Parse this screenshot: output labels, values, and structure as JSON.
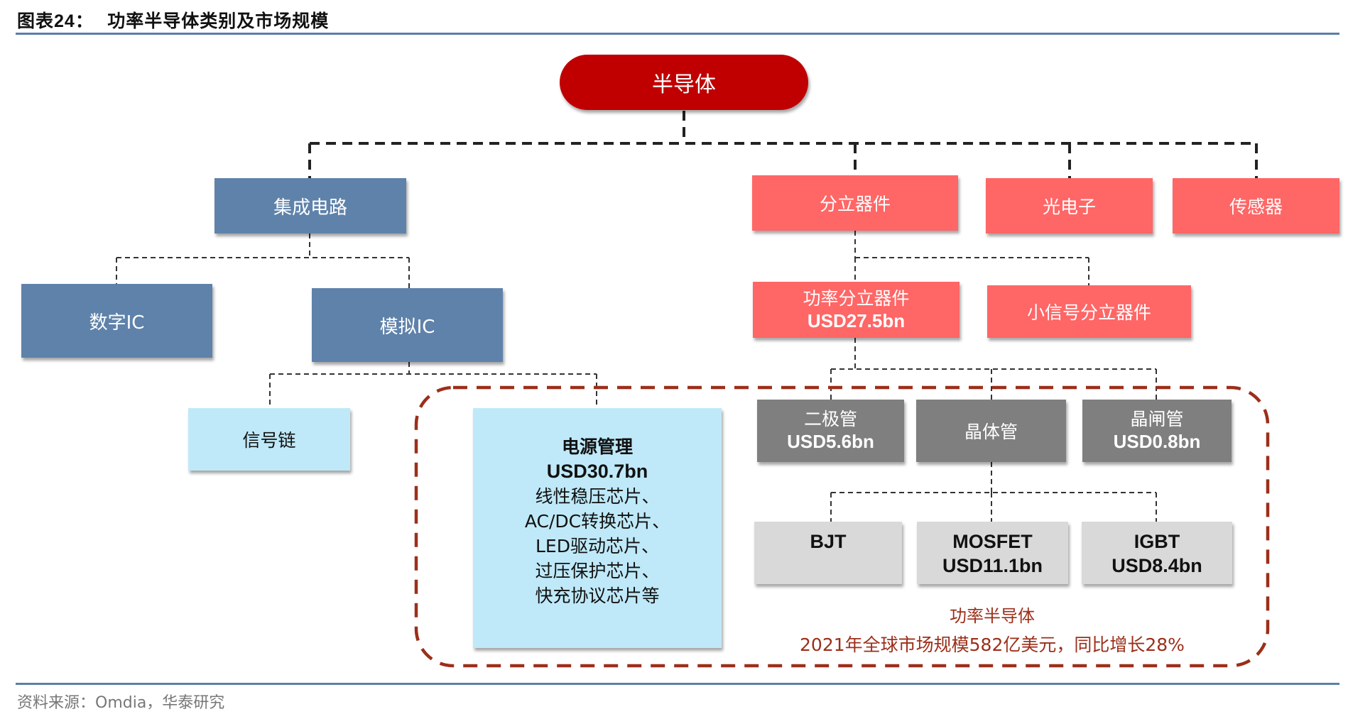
{
  "figure": {
    "title_prefix": "图表",
    "title_number": "24：",
    "title_text": "功率半导体类别及市场规模",
    "source": "资料来源：Omdia，华泰研究"
  },
  "colors": {
    "root": "#c00000",
    "integrated_circuit": "#5f82aa",
    "discrete": "#ff6666",
    "power_management": "#bfe9f8",
    "device_type": "#7f7f7f",
    "transistor_type": "#d9d9d9",
    "highlight_frame": "#9b2f1a",
    "rule": "#5b7fa8"
  },
  "nodes": {
    "root": {
      "label": "半导体"
    },
    "ic": {
      "label": "集成电路"
    },
    "discrete": {
      "label": "分立器件"
    },
    "optoelectronics": {
      "label": "光电子"
    },
    "sensors": {
      "label": "传感器"
    },
    "digital_ic": {
      "label": "数字IC"
    },
    "analog_ic": {
      "label": "模拟IC"
    },
    "power_discrete": {
      "label": "功率分立器件",
      "value": "USD27.5bn"
    },
    "small_signal_discrete": {
      "label": "小信号分立器件"
    },
    "signal_chain": {
      "label": "信号链"
    },
    "power_management": {
      "label": "电源管理",
      "value": "USD30.7bn",
      "items": [
        "线性稳压芯片、",
        "AC/DC转换芯片、",
        "LED驱动芯片、",
        "过压保护芯片、",
        "快充协议芯片等"
      ]
    },
    "diode": {
      "label": "二极管",
      "value": "USD5.6bn"
    },
    "transistor": {
      "label": "晶体管"
    },
    "thyristor": {
      "label": "晶闸管",
      "value": "USD0.8bn"
    },
    "bjt": {
      "label": "BJT"
    },
    "mosfet": {
      "label": "MOSFET",
      "value": "USD11.1bn"
    },
    "igbt": {
      "label": "IGBT",
      "value": "USD8.4bn"
    }
  },
  "summary": {
    "title": "功率半导体",
    "text": "2021年全球市场规模582亿美元，同比增长28%"
  }
}
